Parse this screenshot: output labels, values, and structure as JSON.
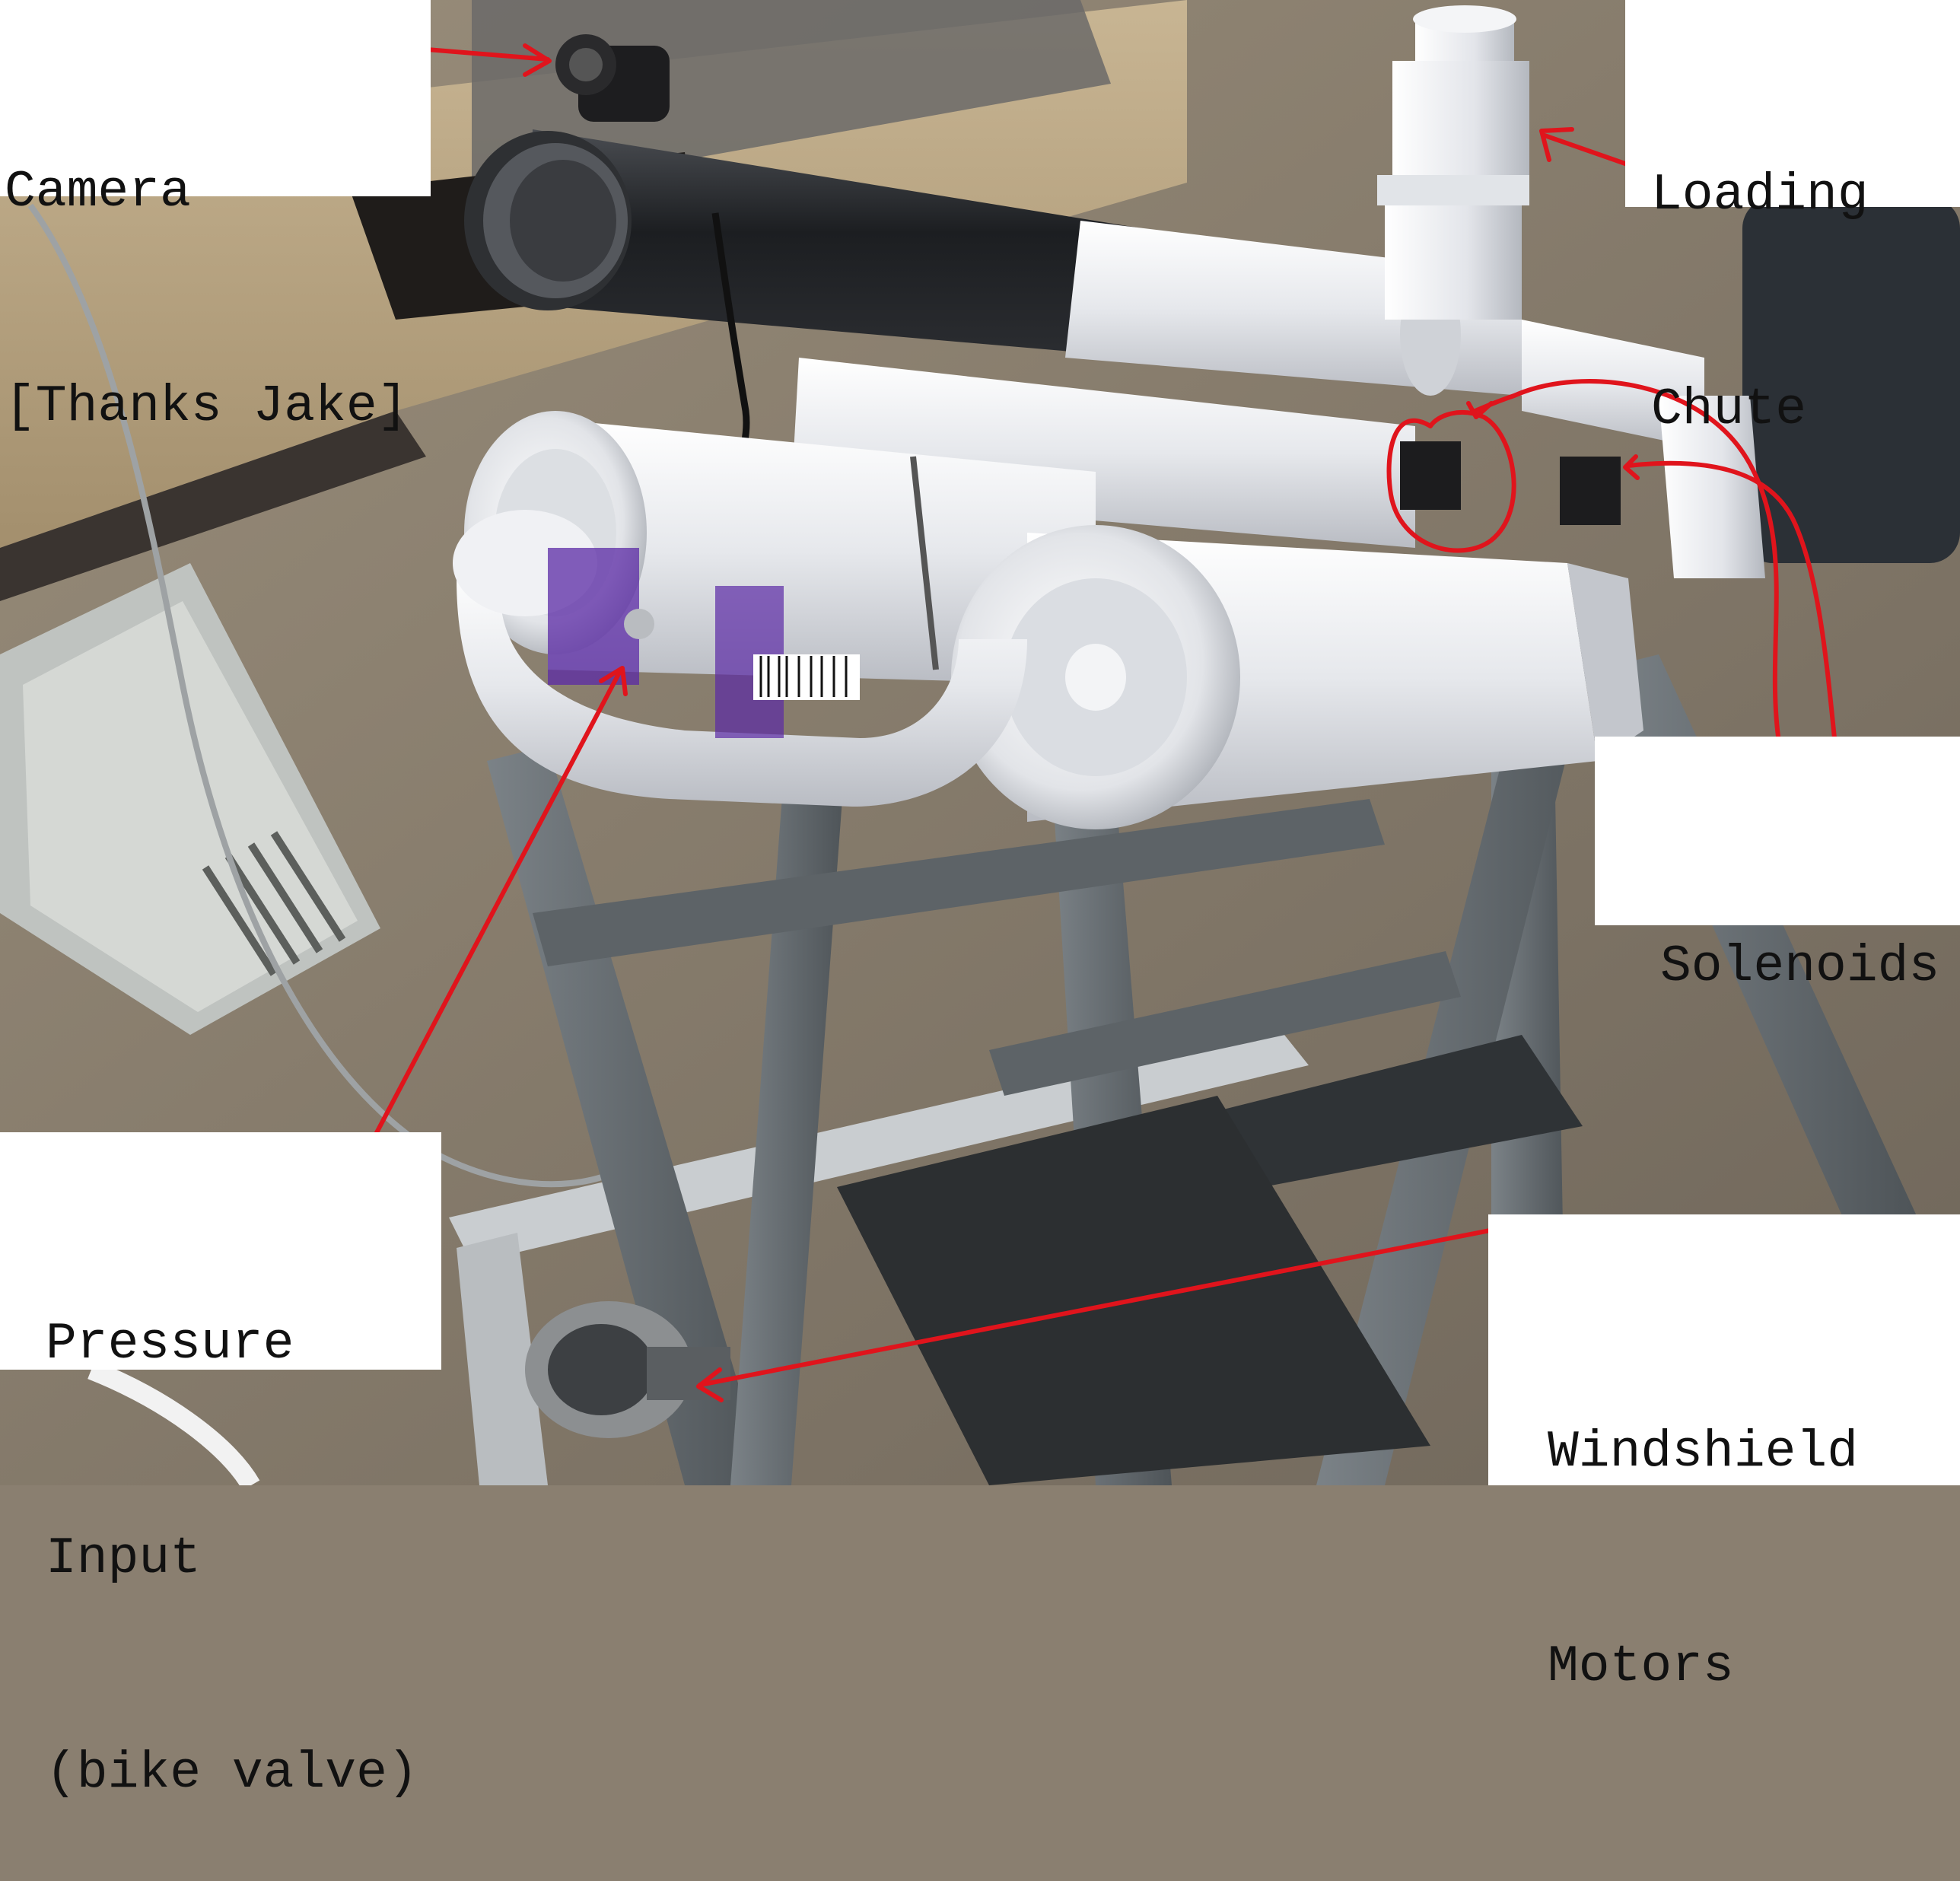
{
  "labels": {
    "camera": [
      "Camera",
      "[Thanks Jake]"
    ],
    "loading_chute": [
      "Loading",
      "Chute"
    ],
    "solenoids": [
      "Solenoids"
    ],
    "pressure_input": [
      "Pressure",
      "Input",
      "(bike valve)"
    ],
    "windshield_motors": [
      "Windshield",
      "Motors"
    ]
  },
  "colors": {
    "annotation_red": "#e0141c",
    "label_background": "#ffffff",
    "label_text": "#111111",
    "pvc_white": "#e9ebef",
    "black_pipe": "#222427",
    "purple_primer": "#5b2aa5",
    "steel_frame": "#6d7378",
    "floor": "#8a7f70",
    "desk": "#b5a283"
  }
}
